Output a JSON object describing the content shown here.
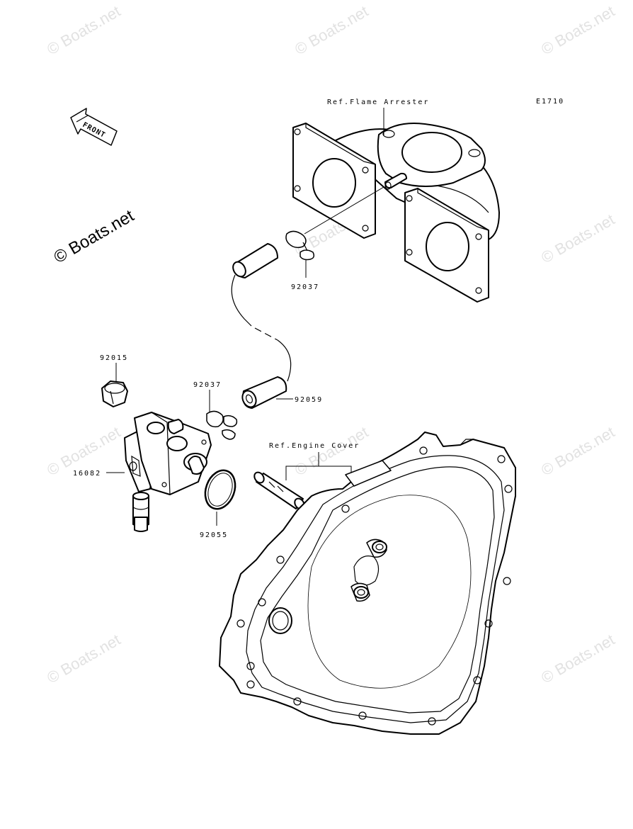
{
  "figure_code": "E1710",
  "references": {
    "flame_arrester": "Ref.Flame Arrester",
    "engine_cover": "Ref.Engine Cover"
  },
  "front_arrow": "FRONT",
  "parts": [
    {
      "id": "p92037a",
      "number": "92037"
    },
    {
      "id": "p92015",
      "number": "92015"
    },
    {
      "id": "p92037b",
      "number": "92037"
    },
    {
      "id": "p92059",
      "number": "92059"
    },
    {
      "id": "p16082",
      "number": "16082"
    },
    {
      "id": "p92055",
      "number": "92055"
    }
  ],
  "watermark": {
    "main": "© Boats.net",
    "faint": "© Boats.net"
  }
}
